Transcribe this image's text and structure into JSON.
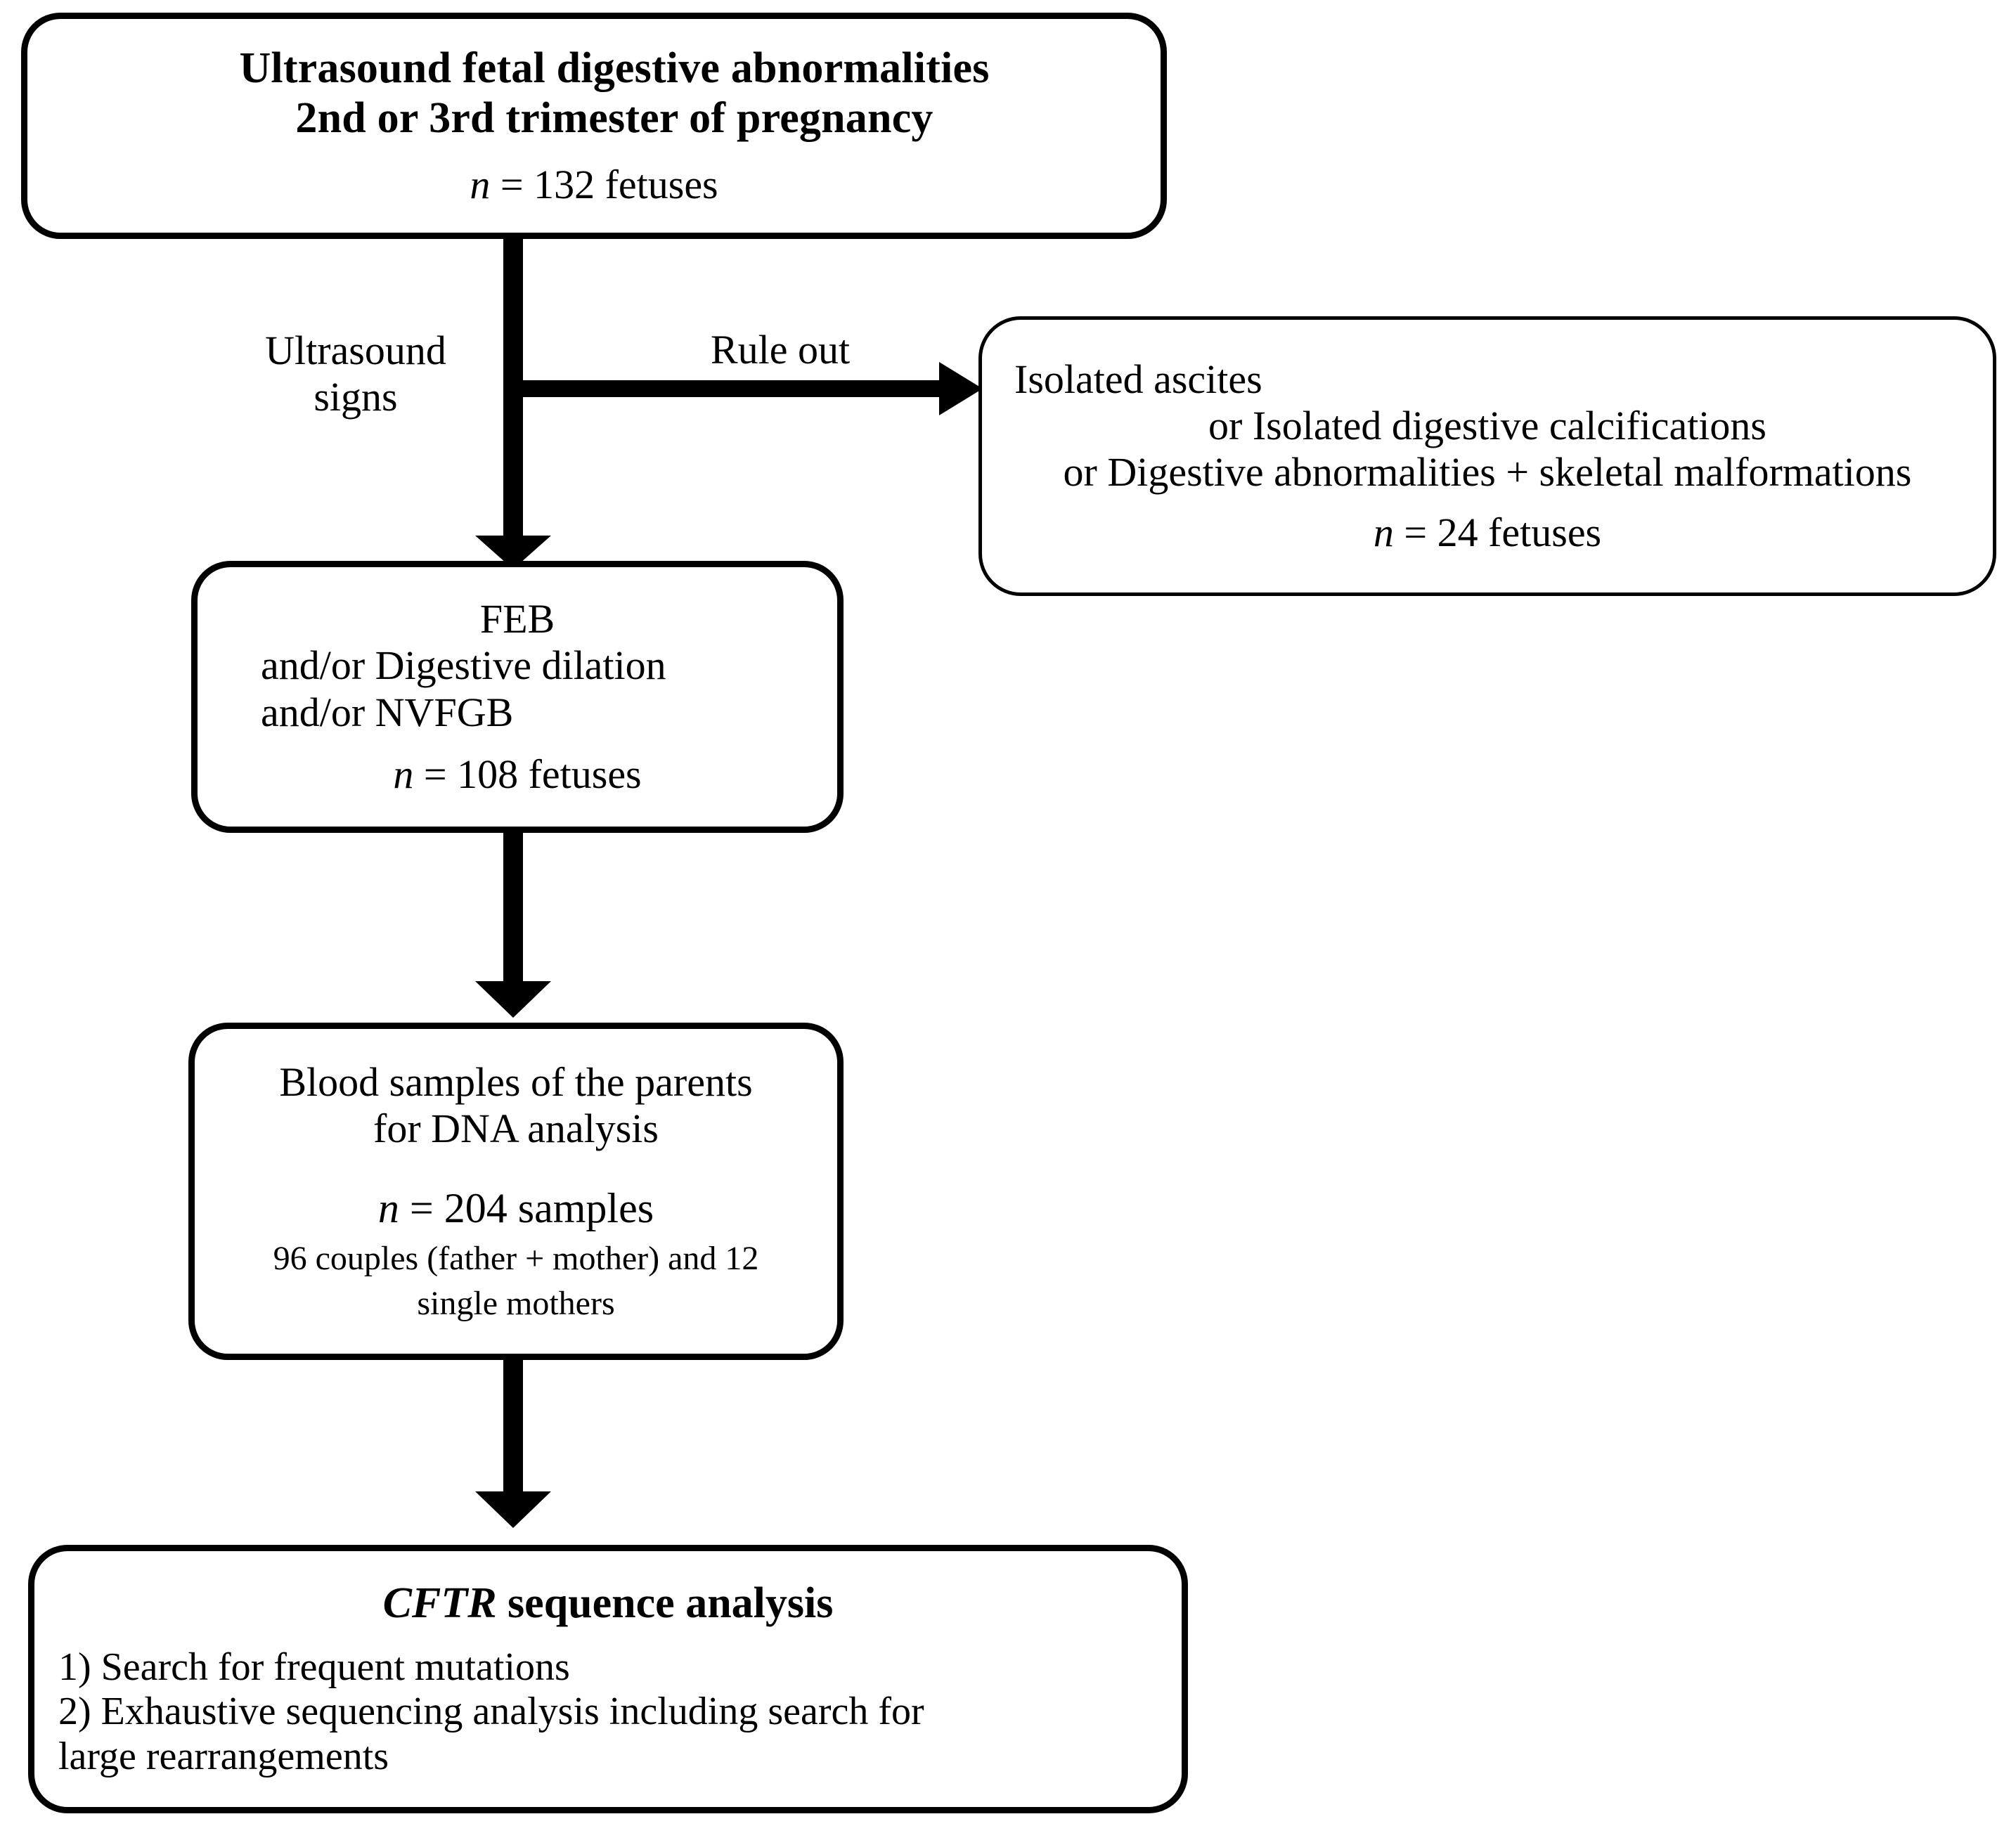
{
  "diagram": {
    "title": "CFTR study patient selection flowchart",
    "line_color": "#000000",
    "box_fill": "#ffffff"
  },
  "nodes": {
    "initial": {
      "line1": "Ultrasound fetal digestive abnormalities",
      "line2": "2nd or 3rd trimester of pregnancy",
      "count_prefix": "n",
      "count_text": " = 132 fetuses",
      "count_full": "n = 132 fetuses"
    },
    "excluded": {
      "line1": "Isolated ascites",
      "line2": "or Isolated digestive calcifications",
      "line3": "or Digestive abnormalities + skeletal malformations",
      "count_prefix": "n",
      "count_text": " = 24 fetuses",
      "count_full": "n = 24 fetuses"
    },
    "feb": {
      "line1": "FEB",
      "line2": "and/or  Digestive dilation",
      "line3": "and/or  NVFGB",
      "count_prefix": "n",
      "count_text": " = 108 fetuses",
      "count_full": "n = 108 fetuses"
    },
    "blood": {
      "line1": "Blood samples of the parents",
      "line2": "for DNA analysis",
      "count_prefix": "n",
      "count_text": " = 204 samples",
      "count_full": "n = 204 samples",
      "detail1": "96 couples (father + mother) and 12",
      "detail2": "single mothers"
    },
    "cftr": {
      "title_gene": "CFTR",
      "title_rest": " sequence analysis",
      "item1": "1) Search for frequent mutations",
      "item2": "2) Exhaustive sequencing analysis including search for",
      "item3": "large rearrangements"
    }
  },
  "edges": {
    "ultrasound_signs": "Ultrasound\nsigns",
    "ultrasound_signs_l1": "Ultrasound",
    "ultrasound_signs_l2": "signs",
    "rule_out": "Rule out"
  }
}
